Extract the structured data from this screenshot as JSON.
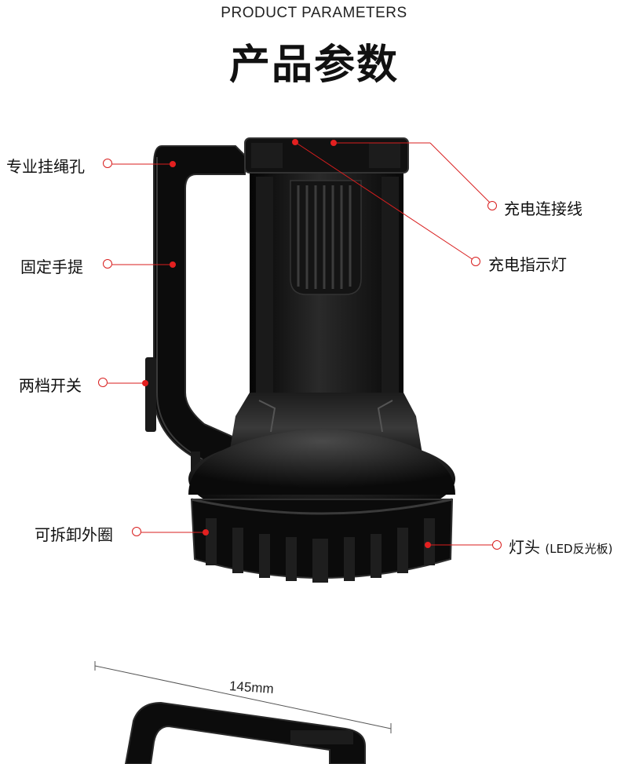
{
  "header": {
    "subtitle": "PRODUCT PARAMETERS",
    "title": "产品参数"
  },
  "callouts": {
    "lanyard_hole": "专业挂绳孔",
    "fixed_handle": "固定手提",
    "two_mode_switch": "两档开关",
    "detachable_ring": "可拆卸外圈",
    "charging_cable": "充电连接线",
    "charging_indicator": "充电指示灯",
    "lamp_head": "灯头",
    "lamp_head_note": "(LED反光板)"
  },
  "dimension": {
    "width_label": "145mm"
  },
  "colors": {
    "accent_red": "#d81e1e",
    "product_black": "#0d0d0d"
  }
}
